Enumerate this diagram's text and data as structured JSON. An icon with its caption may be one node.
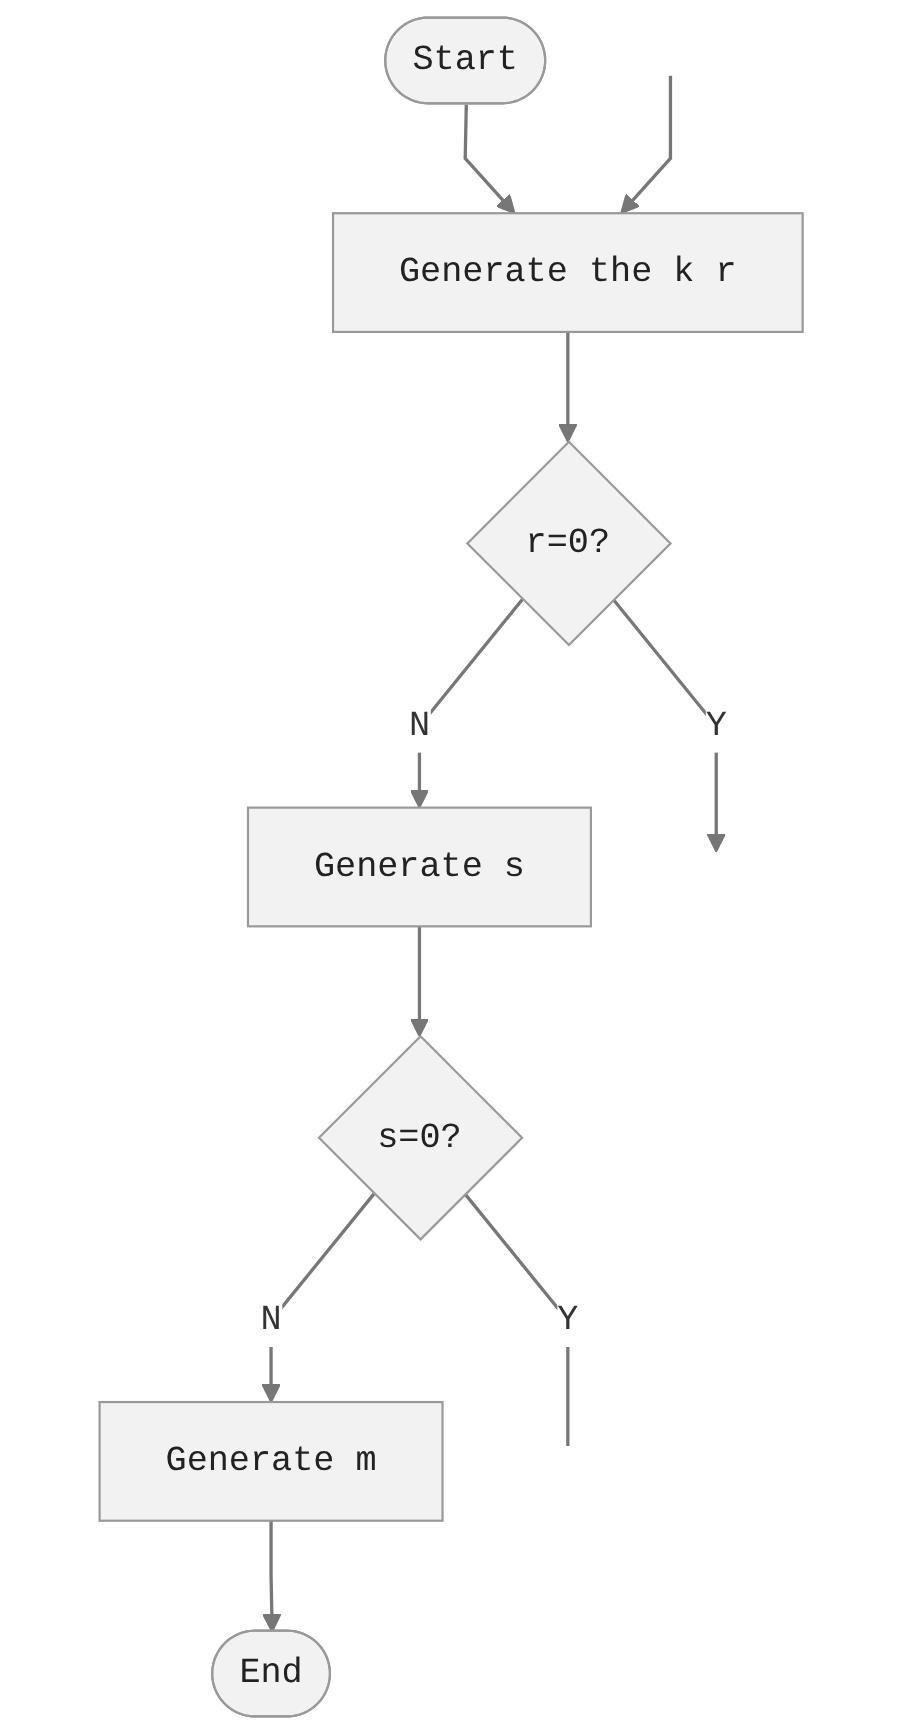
{
  "diagram": {
    "nodes": [
      {
        "text": [
          "Start"
        ]
      },
      {
        "text": [
          "Generate the k r"
        ]
      },
      {
        "text": [
          "r=0?"
        ]
      },
      {
        "text": [
          "Generate s"
        ]
      },
      {
        "text": [
          "s=0?"
        ]
      },
      {
        "text": [
          "Generate m"
        ]
      },
      {
        "text": [
          "End"
        ]
      }
    ],
    "edges": [
      {
        "from": 0,
        "to": 1,
        "arrow": "to"
      },
      {
        "from": 1,
        "to": 2,
        "arrow": "to"
      },
      {
        "from": 2,
        "to": null,
        "arrow": "to",
        "label": "Y"
      },
      {
        "from": 2,
        "to": 3,
        "arrow": "to",
        "label": "N"
      },
      {
        "from": 3,
        "to": 4,
        "arrow": "to"
      },
      {
        "from": 4,
        "to": null,
        "arrow": "none",
        "label": "Y"
      },
      {
        "from": 4,
        "to": 5,
        "arrow": "to",
        "label": "N"
      },
      {
        "from": 5,
        "to": 6,
        "arrow": "to"
      },
      {
        "from": null,
        "to": 1,
        "arrow": "to"
      }
    ]
  }
}
